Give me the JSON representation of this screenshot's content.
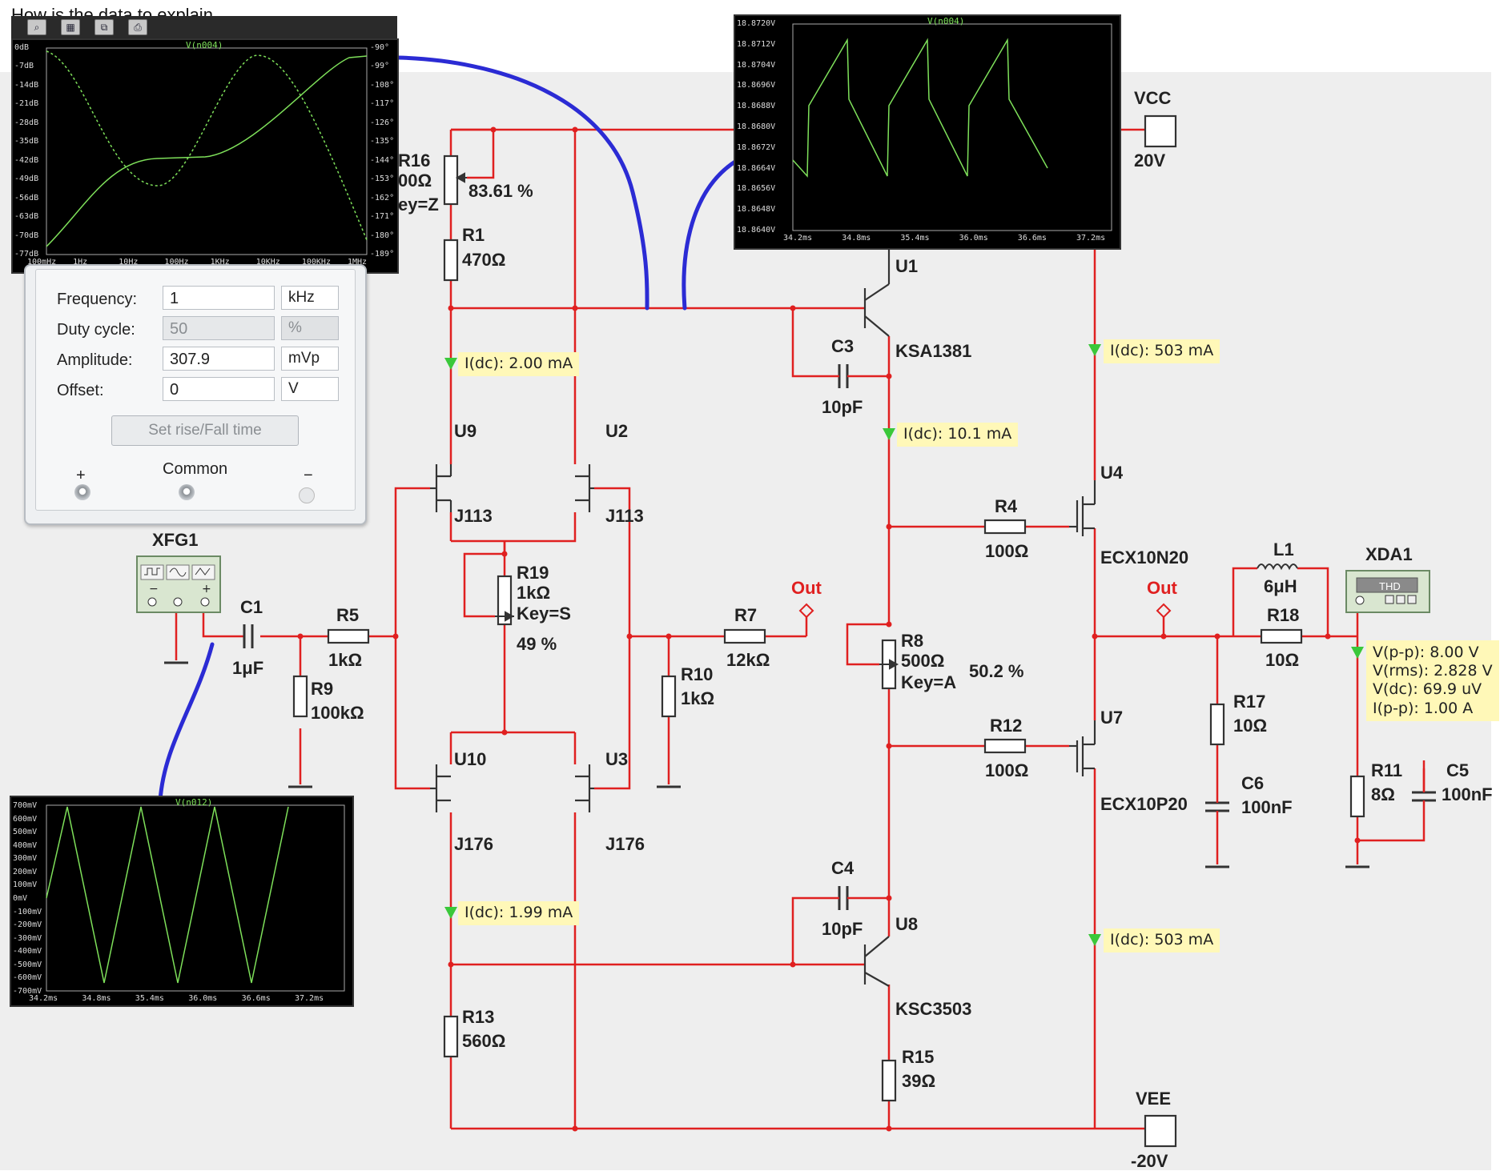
{
  "background": {
    "schematic_bg": "#eeeeee",
    "wire_color": "#e02020",
    "probe_bg": "#fff8b8",
    "trace_color": "#7ee05a"
  },
  "bode_plot": {
    "title": "V(n004)",
    "y_left_ticks": [
      "0dB",
      "-7dB",
      "-14dB",
      "-21dB",
      "-28dB",
      "-35dB",
      "-42dB",
      "-49dB",
      "-56dB",
      "-63dB",
      "-70dB",
      "-77dB"
    ],
    "y_right_ticks": [
      "-90°",
      "-99°",
      "-108°",
      "-117°",
      "-126°",
      "-135°",
      "-144°",
      "-153°",
      "-162°",
      "-171°",
      "-180°",
      "-189°"
    ],
    "x_ticks": [
      "100mHz",
      "1Hz",
      "10Hz",
      "100Hz",
      "1KHz",
      "10KHz",
      "100KHz",
      "1MHz"
    ]
  },
  "scope_top": {
    "title": "V(n004)",
    "y_ticks": [
      "18.8720V",
      "18.8712V",
      "18.8704V",
      "18.8696V",
      "18.8688V",
      "18.8680V",
      "18.8672V",
      "18.8664V",
      "18.8656V",
      "18.8648V",
      "18.8640V"
    ],
    "x_ticks": [
      "34.2ms",
      "34.8ms",
      "35.4ms",
      "36.0ms",
      "36.6ms",
      "37.2ms"
    ]
  },
  "scope_bottom": {
    "title": "V(n012)",
    "y_ticks": [
      "700mV",
      "600mV",
      "500mV",
      "400mV",
      "300mV",
      "200mV",
      "100mV",
      "0mV",
      "-100mV",
      "-200mV",
      "-300mV",
      "-400mV",
      "-500mV",
      "-600mV",
      "-700mV"
    ],
    "x_ticks": [
      "34.2ms",
      "34.8ms",
      "35.4ms",
      "36.0ms",
      "36.6ms",
      "37.2ms"
    ]
  },
  "function_generator": {
    "rows": [
      {
        "label": "Frequency:",
        "value": "1",
        "unit": "kHz",
        "disabled": false
      },
      {
        "label": "Duty cycle:",
        "value": "50",
        "unit": "%",
        "disabled": true
      },
      {
        "label": "Amplitude:",
        "value": "307.9",
        "unit": "mVp",
        "disabled": false
      },
      {
        "label": "Offset:",
        "value": "0",
        "unit": "V",
        "disabled": false
      }
    ],
    "rise_button": "Set rise/Fall time",
    "plus": "+",
    "common": "Common",
    "minus": "−"
  },
  "components": {
    "vcc": "VCC",
    "vcc_val": "20V",
    "vee": "VEE",
    "vee_val": "-20V",
    "r16": "R16",
    "r16_val": "00Ω",
    "r16_key": "ey=Z",
    "r16_pct": "83.61 %",
    "r1": "R1",
    "r1_val": "470Ω",
    "u1": "U1",
    "u1_part": "KSA1381",
    "c3": "C3",
    "c3_val": "10pF",
    "u9": "U9",
    "u9_part": "J113",
    "u2": "U2",
    "u2_part": "J113",
    "u4": "U4",
    "u4_part": "ECX10N20",
    "r4": "R4",
    "r4_val": "100Ω",
    "r19": "R19",
    "r19_val": "1kΩ",
    "r19_key": "Key=S",
    "r19_pct": "49 %",
    "out1": "Out",
    "out2": "Out",
    "r7": "R7",
    "r7_val": "12kΩ",
    "r10": "R10",
    "r10_val": "1kΩ",
    "r8": "R8",
    "r8_val": "500Ω",
    "r8_key": "Key=A",
    "r8_pct": "50.2 %",
    "r12": "R12",
    "r12_val": "100Ω",
    "u7": "U7",
    "u7_part": "ECX10P20",
    "l1": "L1",
    "l1_val": "6μH",
    "xda1": "XDA1",
    "xda1_screen": "THD",
    "r18": "R18",
    "r18_val": "10Ω",
    "r17": "R17",
    "r17_val": "10Ω",
    "c6": "C6",
    "c6_val": "100nF",
    "r11": "R11",
    "r11_val": "8Ω",
    "c5": "C5",
    "c5_val": "100nF",
    "xfg1": "XFG1",
    "c1": "C1",
    "c1_val": "1μF",
    "r5": "R5",
    "r5_val": "1kΩ",
    "r9": "R9",
    "r9_val": "100kΩ",
    "u10": "U10",
    "u10_part": "J176",
    "u3": "U3",
    "u3_part": "J176",
    "c4": "C4",
    "c4_val": "10pF",
    "u8": "U8",
    "u8_part": "KSC3503",
    "r13": "R13",
    "r13_val": "560Ω",
    "r15": "R15",
    "r15_val": "39Ω"
  },
  "probes": {
    "p1": "I(dc): 2.00 mA",
    "p2": "I(dc): 10.1 mA",
    "p3": "I(dc): 503 mA",
    "p4": "I(dc): 1.99 mA",
    "p5": "I(dc): 503 mA",
    "p6_lines": [
      "V(p-p): 8.00 V",
      "V(rms): 2.828 V",
      "V(dc): 69.9 uV",
      "I(p-p): 1.00 A"
    ]
  },
  "top_text": "How is the data to explain"
}
